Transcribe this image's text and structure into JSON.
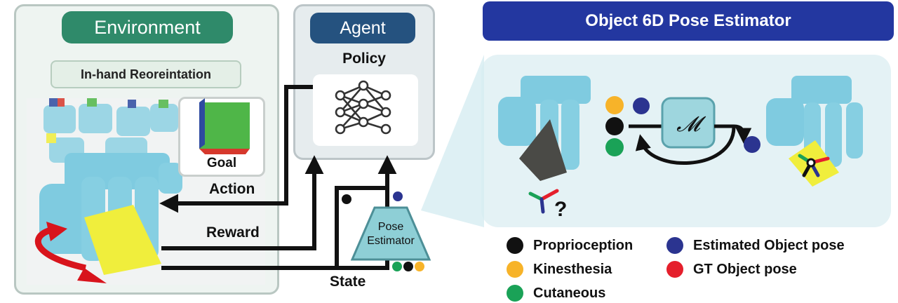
{
  "environment": {
    "title": "Environment",
    "task": "In-hand Reoreintation",
    "goal_label": "Goal"
  },
  "agent": {
    "title": "Agent",
    "policy_label": "Policy"
  },
  "signals": {
    "action": "Action",
    "reward": "Reward",
    "state": "State"
  },
  "pose_estimator": {
    "line1": "Pose",
    "line2": "Estimator"
  },
  "estimator_panel": {
    "title": "Object 6D Pose Estimator",
    "model_symbol": "𝓜",
    "unknown_mark": "?"
  },
  "legend": [
    {
      "label": "Proprioception",
      "color": "#111111"
    },
    {
      "label": "Kinesthesia",
      "color": "#f7b329"
    },
    {
      "label": "Cutaneous",
      "color": "#1aa257"
    },
    {
      "label": "Estimated Object pose",
      "color": "#2b3490"
    },
    {
      "label": "GT Object pose",
      "color": "#e51f2c"
    }
  ],
  "colors": {
    "env_accent": "#2f8a6a",
    "agent_accent": "#25527f",
    "estimator_accent": "#2337a0",
    "robot": "#7fcbe0",
    "cube_green": "#4fb648",
    "cube_blue": "#2e4aa0",
    "cube_red": "#d6382c",
    "object_yellow": "#f0ee3c",
    "arrow_red": "#d8141c"
  },
  "icons": {
    "policy": "neural-network-icon",
    "goal": "goal-cube-icon",
    "manipulated_object": "yellow-cube-icon",
    "rotation": "curved-rotation-arrow-icon",
    "robot": "robot-hand-icon",
    "axes": "pose-axes-icon"
  }
}
